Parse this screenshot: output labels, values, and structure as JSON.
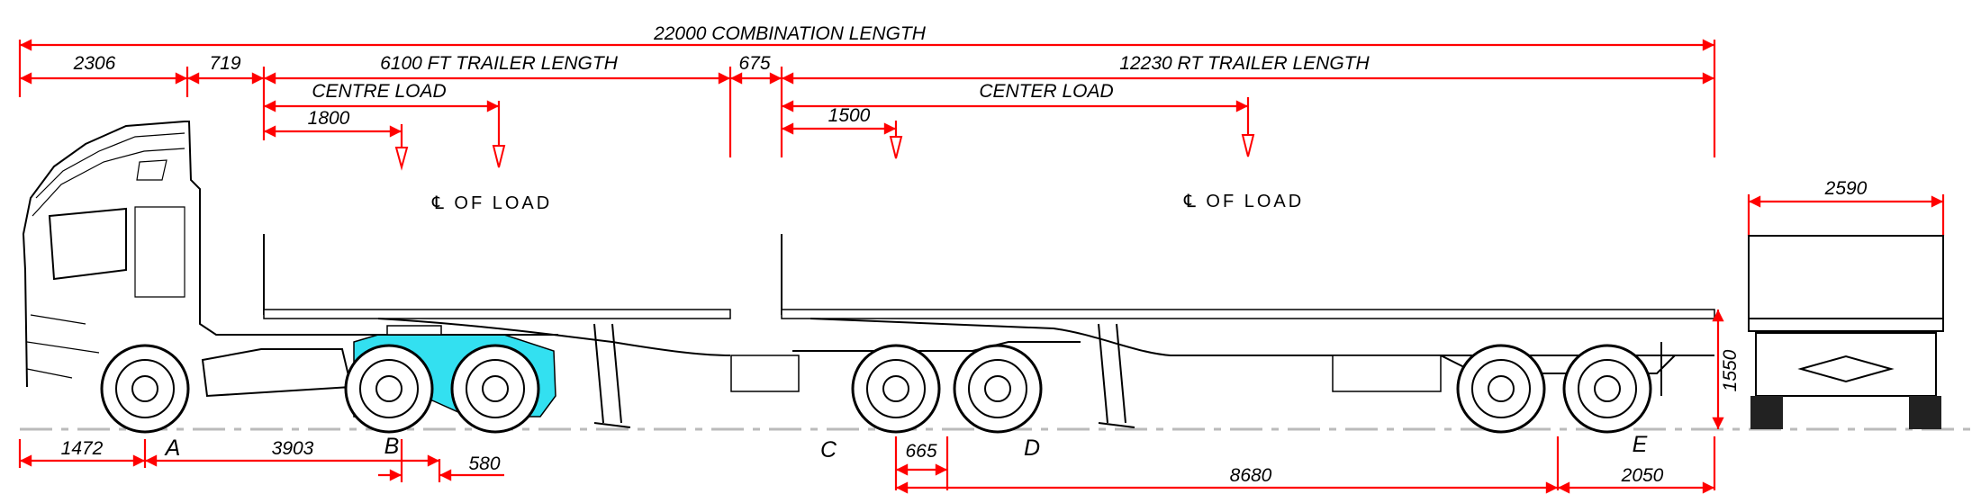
{
  "dimensions": {
    "combination_length": "22000 COMBINATION LENGTH",
    "cab_front_to_coupling": "2306",
    "coupling_gap": "719",
    "front_trailer_length": "6100 FT TRAILER LENGTH",
    "trailer_gap": "675",
    "rear_trailer_length": "12230 RT TRAILER LENGTH",
    "front_centre_load_label": "CENTRE LOAD",
    "front_load_offset": "1800",
    "rear_centre_load_label": "CENTER LOAD",
    "rear_load_offset": "1500",
    "front_overhang": "1472",
    "wheelbase": "3903",
    "fifth_wheel_offset": "580",
    "dolly_offset": "665",
    "rear_wheelbase": "8680",
    "rear_overhang": "2050",
    "overall_width": "2590",
    "deck_height": "1550"
  },
  "load_markers": {
    "front": "℄ OF LOAD",
    "rear": "℄ OF LOAD"
  },
  "axle_labels": [
    "A",
    "B",
    "C",
    "D",
    "E"
  ],
  "colors": {
    "dimension": "#ff0000",
    "fender_highlight": "#33e0f0",
    "ground": "#bbbbbb"
  }
}
